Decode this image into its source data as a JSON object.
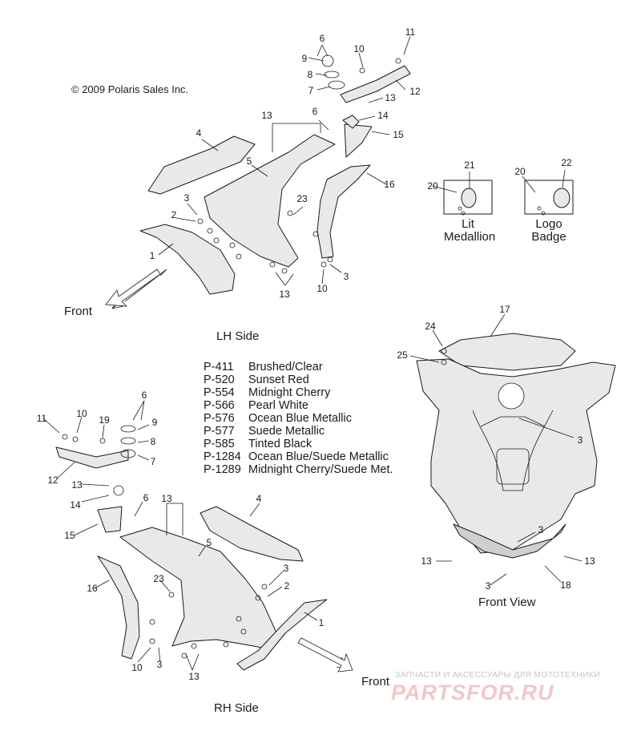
{
  "copyright": "© 2009 Polaris Sales Inc.",
  "views": {
    "lh_side": "LH Side",
    "rh_side": "RH Side",
    "front_view": "Front View"
  },
  "front_arrow_label": "Front",
  "insets": {
    "lit_medallion": {
      "line1": "Lit",
      "line2": "Medallion"
    },
    "logo_badge": {
      "line1": "Logo",
      "line2": "Badge"
    }
  },
  "color_codes": [
    {
      "code": "P-411",
      "name": "Brushed/Clear"
    },
    {
      "code": "P-520",
      "name": "Sunset Red"
    },
    {
      "code": "P-554",
      "name": "Midnight Cherry"
    },
    {
      "code": "P-566",
      "name": "Pearl White"
    },
    {
      "code": "P-576",
      "name": "Ocean Blue Metallic"
    },
    {
      "code": "P-577",
      "name": "Suede Metallic"
    },
    {
      "code": "P-585",
      "name": "Tinted Black"
    },
    {
      "code": "P-1284",
      "name": "Ocean Blue/Suede Metallic"
    },
    {
      "code": "P-1289",
      "name": "Midnight Cherry/Suede Met."
    }
  ],
  "callouts": {
    "lh": [
      "6",
      "11",
      "9",
      "10",
      "8",
      "12",
      "7",
      "13",
      "6",
      "14",
      "15",
      "13",
      "4",
      "5",
      "16",
      "21",
      "22",
      "20",
      "20",
      "23",
      "3",
      "2",
      "1",
      "13",
      "10",
      "3"
    ],
    "rh": [
      "6",
      "11",
      "10",
      "19",
      "9",
      "8",
      "7",
      "12",
      "13",
      "14",
      "6",
      "13",
      "4",
      "15",
      "5",
      "3",
      "2",
      "16",
      "23",
      "1",
      "10",
      "3",
      "13"
    ],
    "front": [
      "17",
      "24",
      "25",
      "3",
      "3",
      "13",
      "13",
      "3",
      "18"
    ]
  },
  "watermark": {
    "caption": "ЗАПЧАСТИ И АКСЕССУАРЫ ДЛЯ МОТОТЕХНИКИ",
    "logo": "PARTSFOR.RU"
  },
  "colors": {
    "line": "#1a1a1a",
    "part_fill": "#e9e9e9",
    "part_shade": "#cfcfcf",
    "watermark_red": "#e9a8a8"
  }
}
